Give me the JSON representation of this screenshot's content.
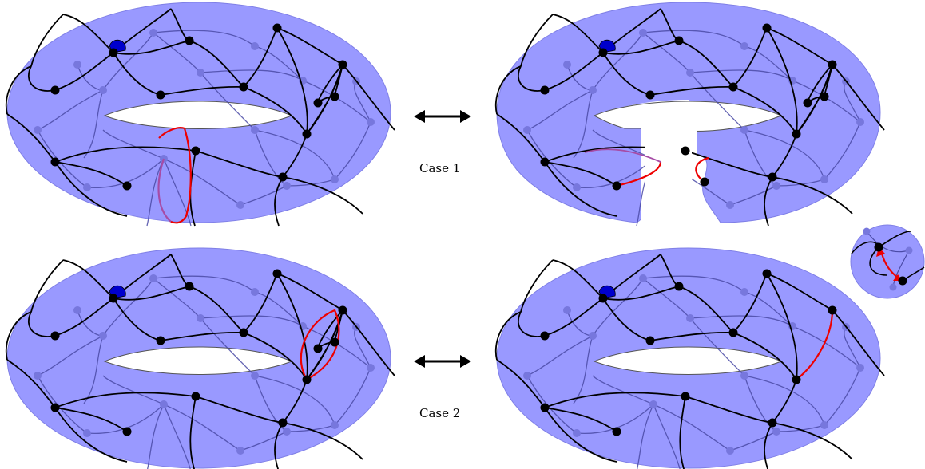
{
  "labels": {
    "case1": "Case 1",
    "case2": "Case 2"
  },
  "colors": {
    "surface": "#9999ff",
    "surface_edge": "#7f7fe6",
    "graph_edge": "#000000",
    "dual_edge": "#4a4aa6",
    "dual_vertex": "#7777dd",
    "vertex": "#000000",
    "root_corner": "#0000cc",
    "highlight": "#ee0000",
    "highlight_purple": "#a64ca6"
  },
  "panels": [
    {
      "id": "top-left-torus",
      "variant": "case1-before"
    },
    {
      "id": "top-right-torus",
      "variant": "case1-after"
    },
    {
      "id": "bottom-left-torus",
      "variant": "case2-before"
    },
    {
      "id": "bottom-right-torus",
      "variant": "case2-after"
    }
  ],
  "arrows": [
    {
      "id": "case1-arrow",
      "direction": "both"
    },
    {
      "id": "case2-arrow",
      "direction": "both"
    }
  ],
  "icons": {
    "bidirectional_arrow": "double-headed-arrow-icon",
    "inset": "sphere-inset-icon"
  }
}
